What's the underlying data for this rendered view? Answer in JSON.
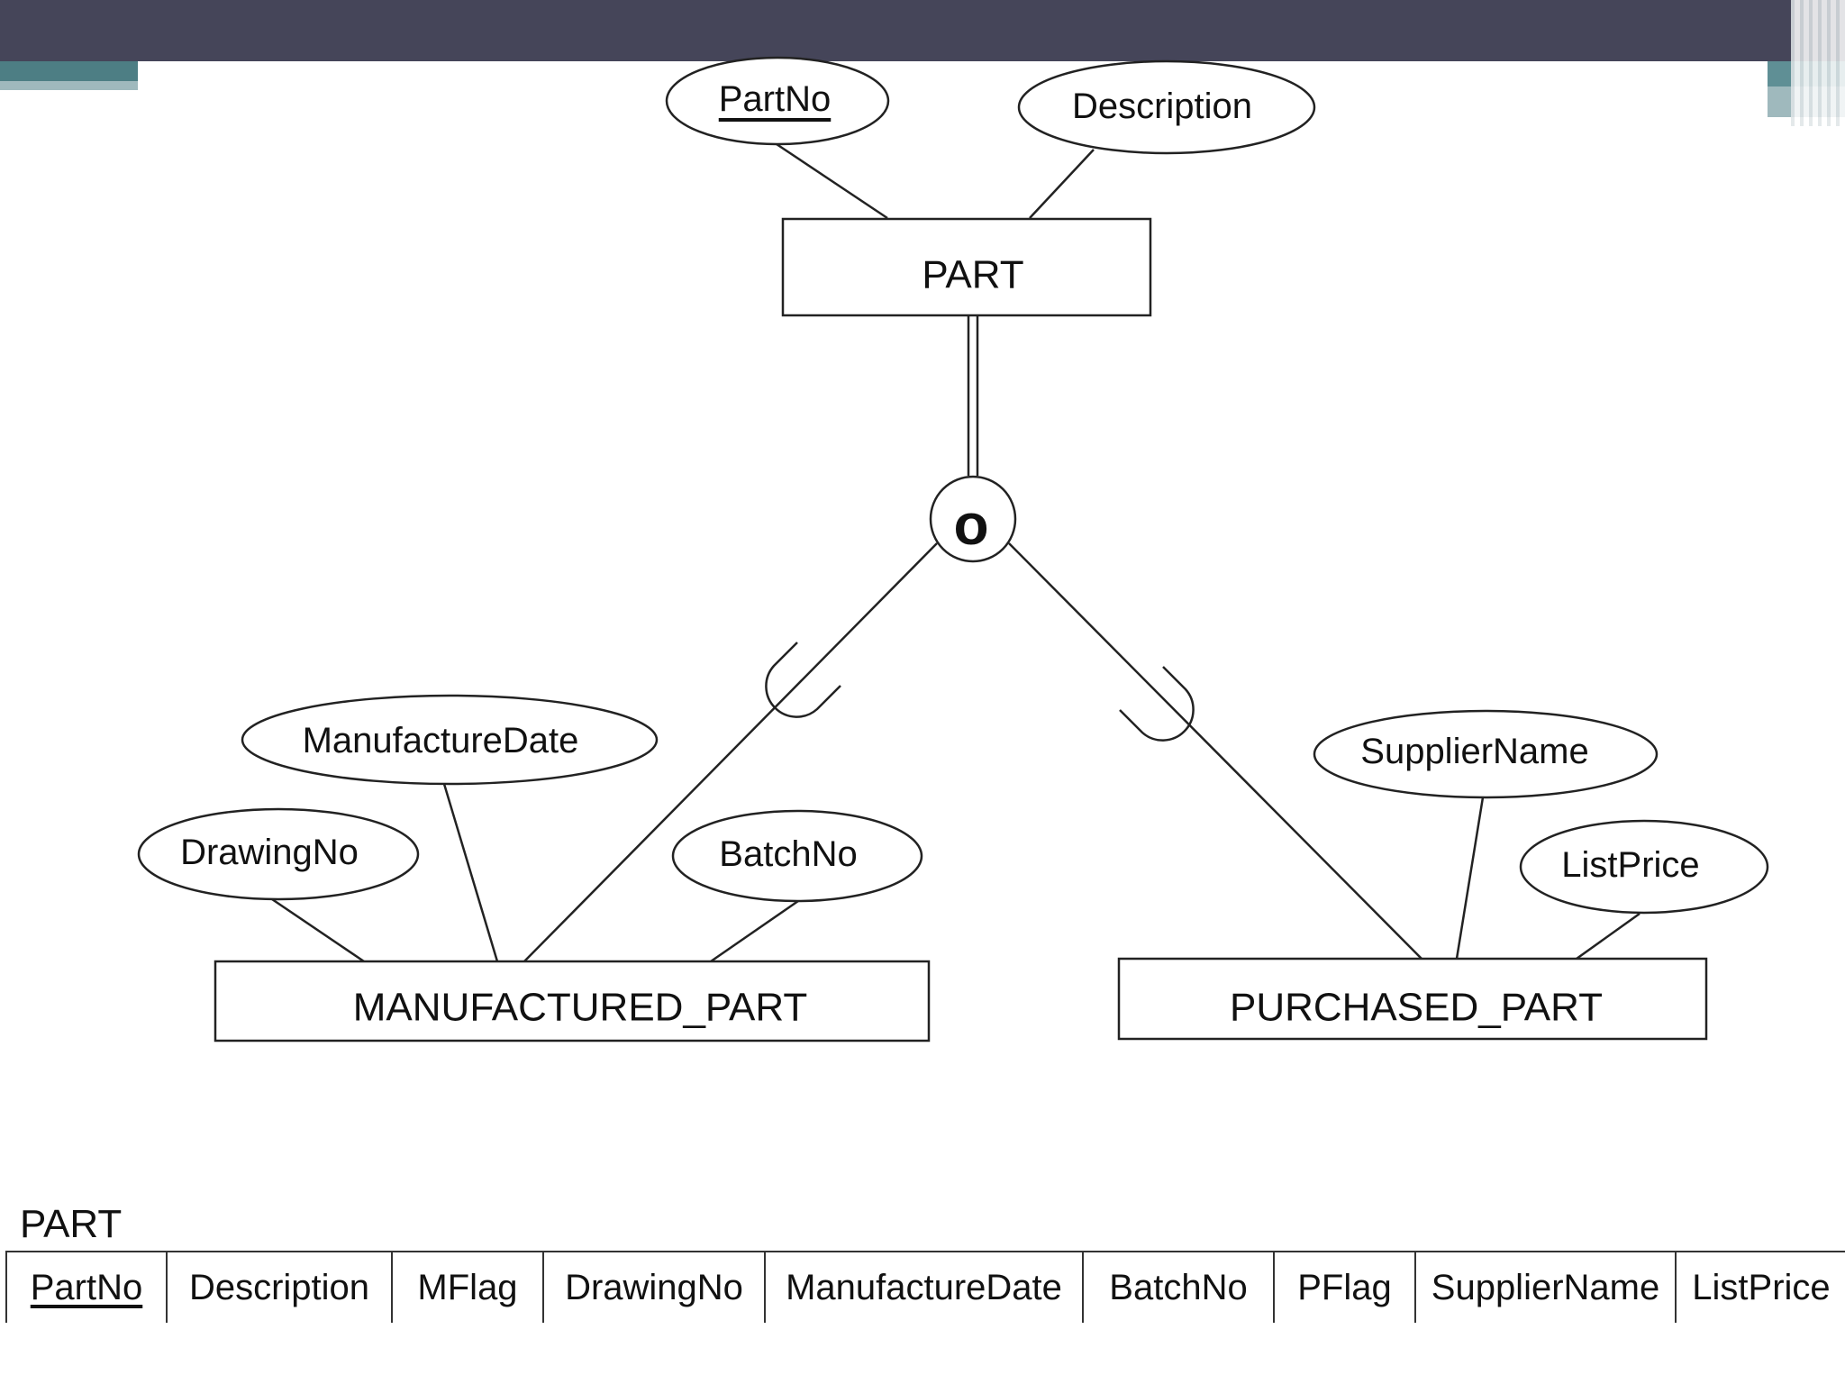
{
  "diagram": {
    "supertype": {
      "name": "PART",
      "attributes": [
        {
          "name": "PartNo",
          "key": true
        },
        {
          "name": "Description",
          "key": false
        }
      ]
    },
    "constraint_symbol": "o",
    "subtypes": [
      {
        "name": "MANUFACTURED_PART",
        "attributes": [
          "ManufactureDate",
          "DrawingNo",
          "BatchNo"
        ]
      },
      {
        "name": "PURCHASED_PART",
        "attributes": [
          "SupplierName",
          "ListPrice"
        ]
      }
    ]
  },
  "relation": {
    "name": "PART",
    "columns": [
      {
        "name": "PartNo",
        "key": true
      },
      {
        "name": "Description",
        "key": false
      },
      {
        "name": "MFlag",
        "key": false
      },
      {
        "name": "DrawingNo",
        "key": false
      },
      {
        "name": "ManufactureDate",
        "key": false
      },
      {
        "name": "BatchNo",
        "key": false
      },
      {
        "name": "PFlag",
        "key": false
      },
      {
        "name": "SupplierName",
        "key": false
      },
      {
        "name": "ListPrice",
        "key": false
      }
    ]
  }
}
